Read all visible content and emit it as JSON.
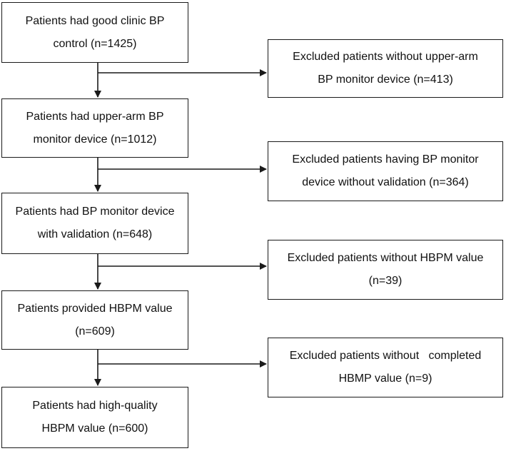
{
  "flowchart": {
    "main_steps": [
      {
        "line1": "Patients had good clinic BP",
        "line2": "control (n=1425)"
      },
      {
        "line1": "Patients had upper-arm BP",
        "line2": "monitor device (n=1012)"
      },
      {
        "line1": "Patients had BP monitor device",
        "line2": "with validation (n=648)"
      },
      {
        "line1": "Patients provided HBPM value",
        "line2": "(n=609)"
      },
      {
        "line1": "Patients had high-quality",
        "line2": "HBPM value (n=600)"
      }
    ],
    "exclusions": [
      {
        "line1": "Excluded patients without upper-arm",
        "line2": "BP monitor device (n=413)"
      },
      {
        "line1": "Excluded patients having BP monitor",
        "line2": "device without validation (n=364)"
      },
      {
        "line1": "Excluded patients without HBPM value",
        "line2": "(n=39)"
      },
      {
        "line1": "Excluded patients without   completed",
        "line2": "HBMP value (n=9)"
      }
    ]
  }
}
